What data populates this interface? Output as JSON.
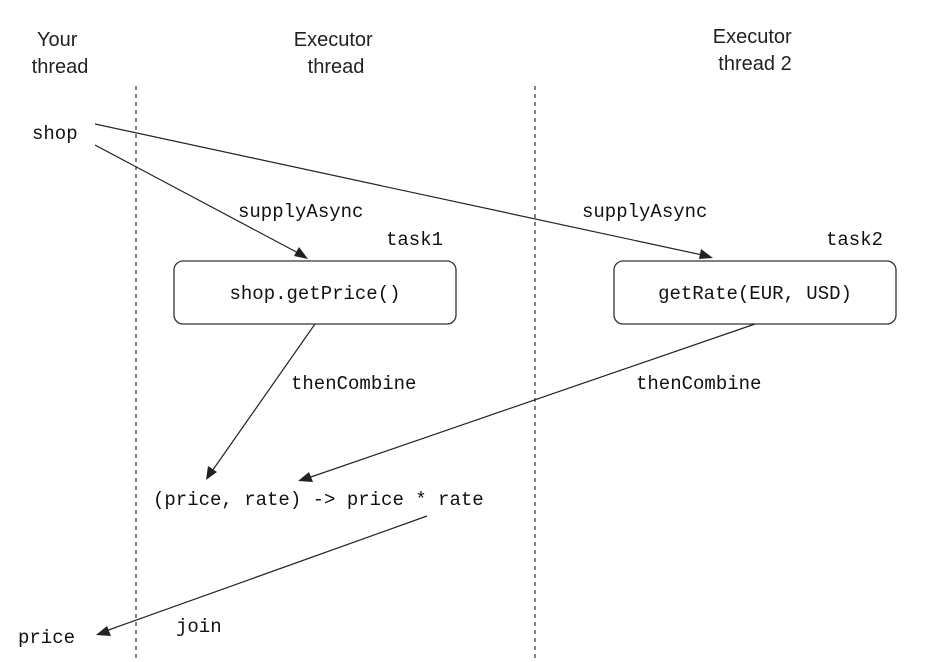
{
  "lanes": {
    "your_thread": [
      "Your",
      "thread"
    ],
    "executor_thread": [
      "Executor",
      "thread"
    ],
    "executor_thread_2": [
      "Executor",
      "thread 2"
    ]
  },
  "nodes": {
    "shop": "shop",
    "task1_label": "task1",
    "task1_code": "shop.getPrice()",
    "task2_label": "task2",
    "task2_code": "getRate(EUR, USD)",
    "combine_expr": "(price, rate) -> price * rate",
    "price": "price"
  },
  "edges": {
    "supply_async_1": "supplyAsync",
    "supply_async_2": "supplyAsync",
    "then_combine_1": "thenCombine",
    "then_combine_2": "thenCombine",
    "join": "join"
  }
}
